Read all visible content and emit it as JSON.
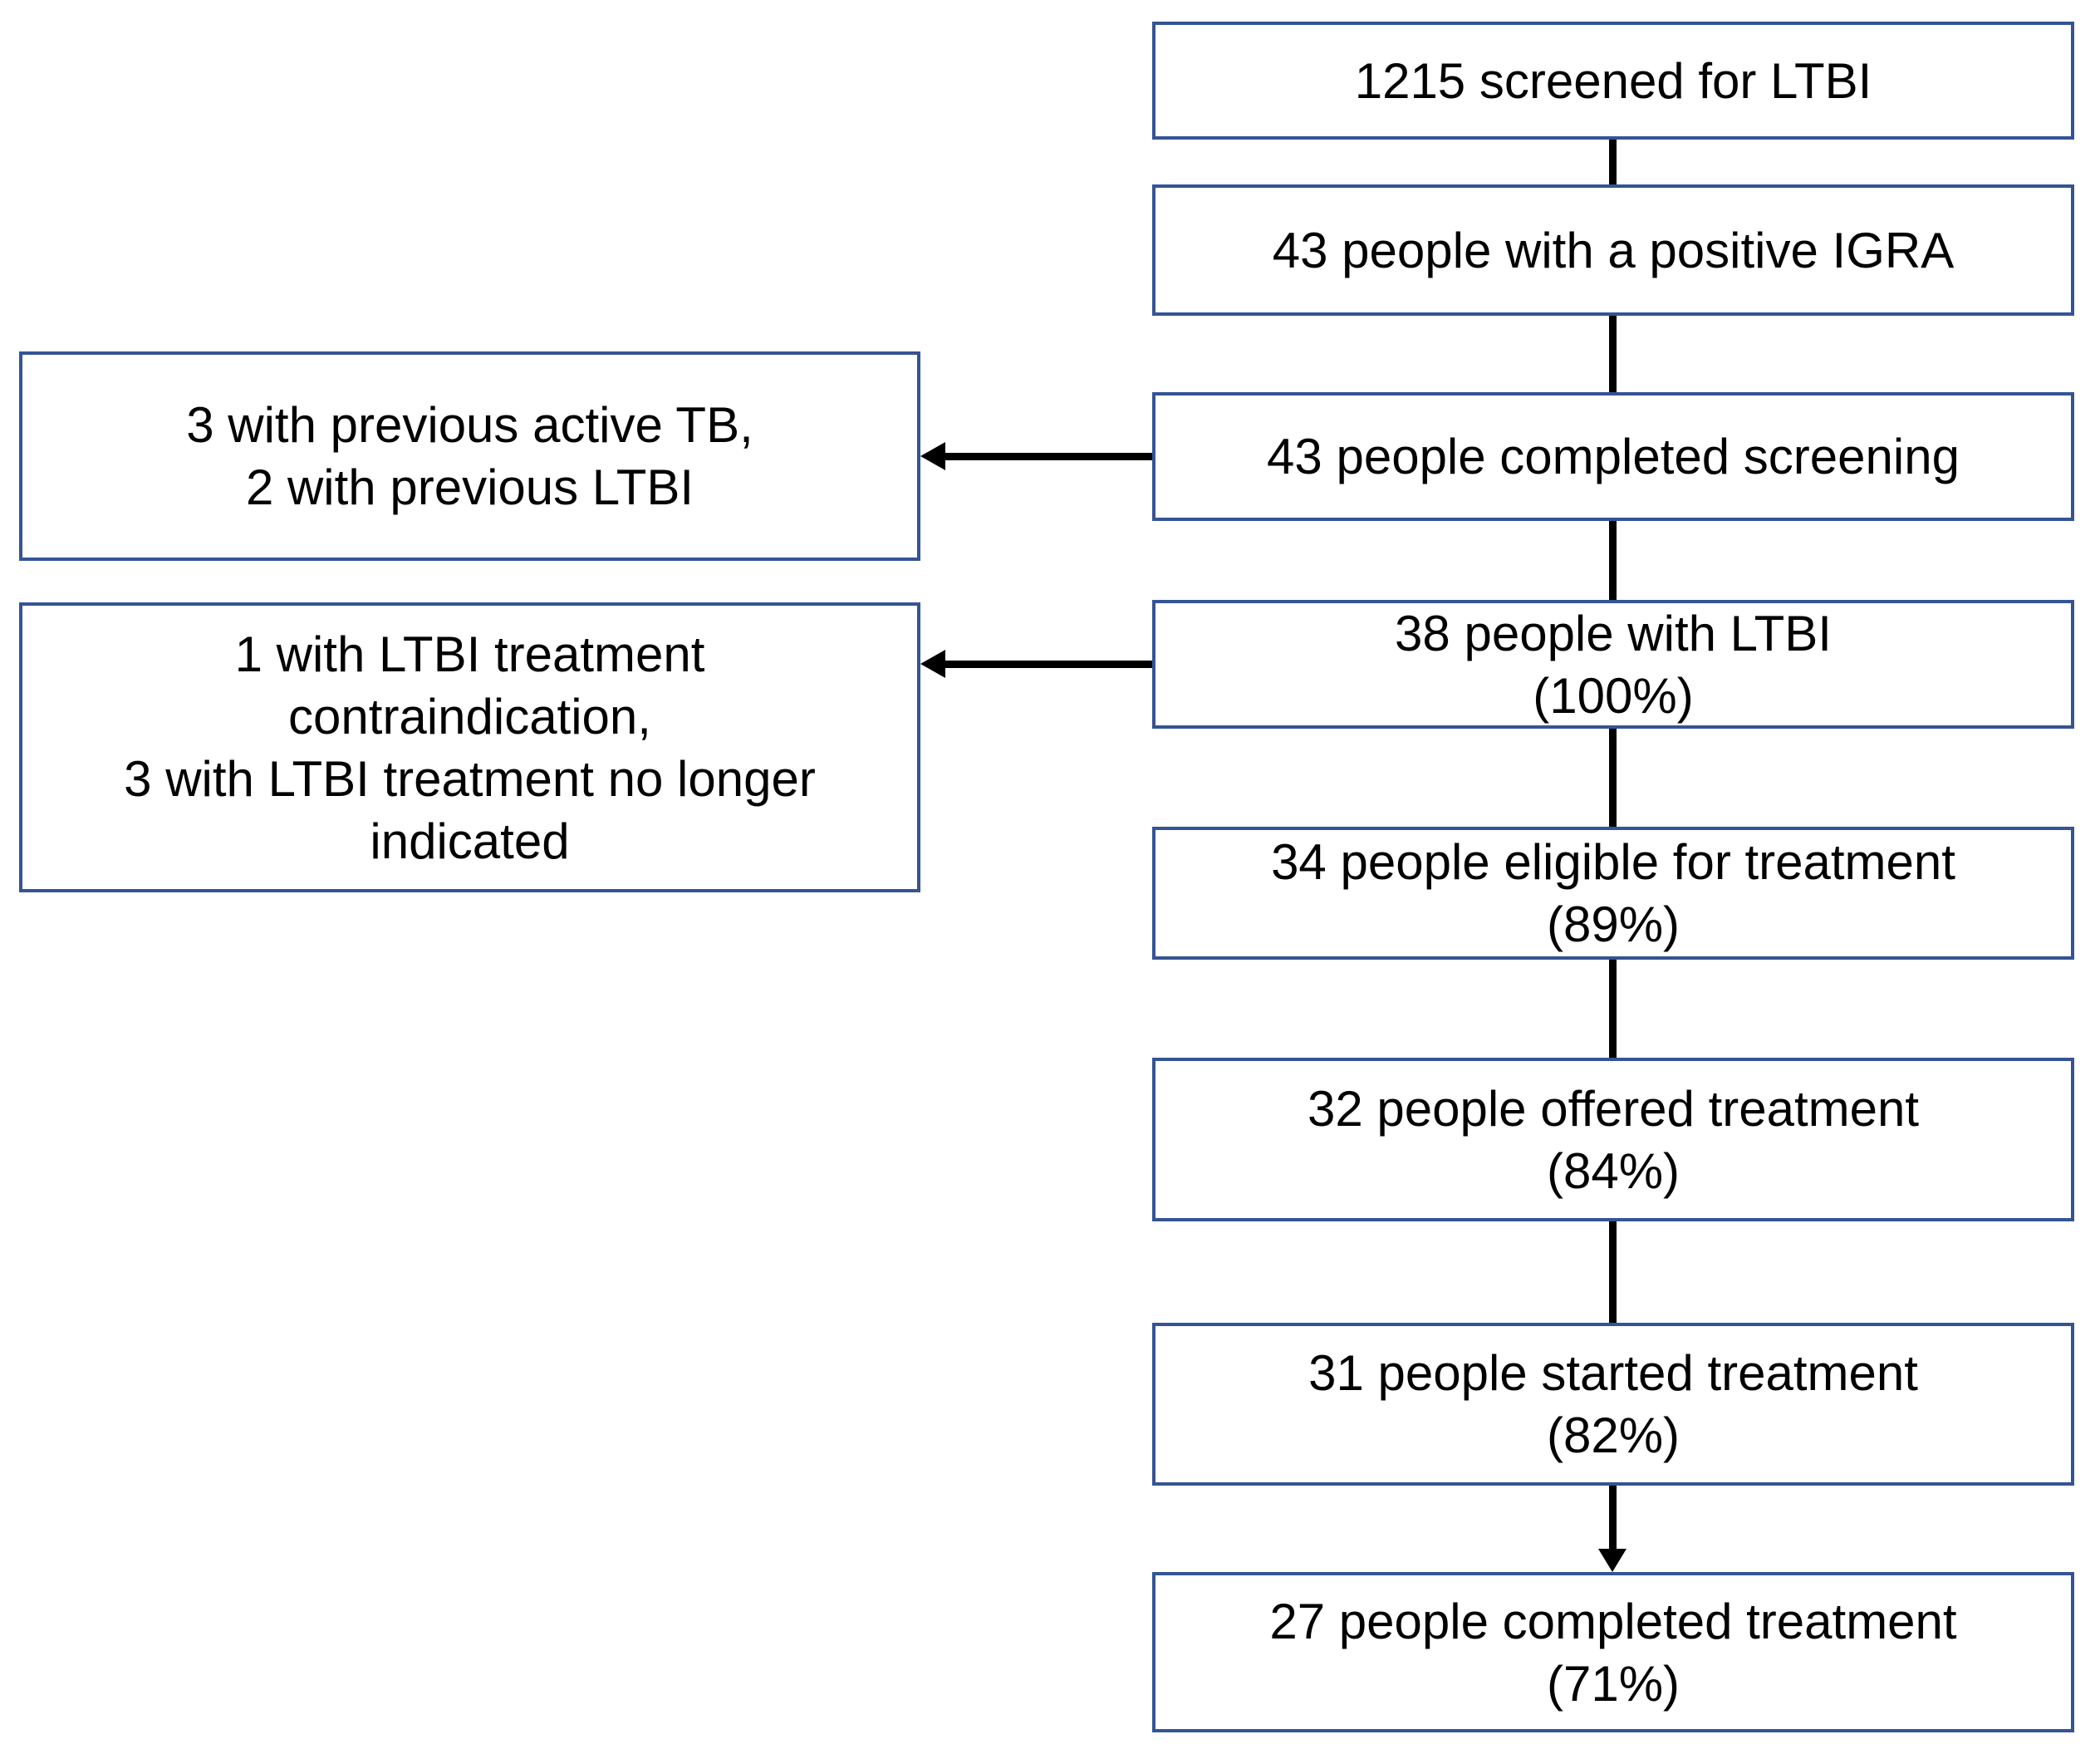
{
  "colors": {
    "box_border": "#345494",
    "connector": "#000000",
    "text": "#000000",
    "background": "#ffffff"
  },
  "flow": {
    "nodes": [
      {
        "line1": "1215 screened for LTBI"
      },
      {
        "line1": "43 people with a positive IGRA"
      },
      {
        "line1": "43 people completed screening"
      },
      {
        "line1": "38 people with LTBI",
        "line2": "(100%)"
      },
      {
        "line1": "34 people eligible for treatment",
        "line2": "(89%)"
      },
      {
        "line1": "32 people offered treatment",
        "line2": "(84%)"
      },
      {
        "line1": "31 people started treatment",
        "line2": "(82%)"
      },
      {
        "line1": "27 people completed treatment",
        "line2": "(71%)"
      }
    ],
    "exclusions": [
      {
        "lines": [
          "3 with previous active TB,",
          "2 with previous LTBI"
        ]
      },
      {
        "lines": [
          "1 with LTBI treatment",
          "contraindication,",
          "3 with LTBI treatment no longer",
          "indicated"
        ]
      }
    ]
  }
}
